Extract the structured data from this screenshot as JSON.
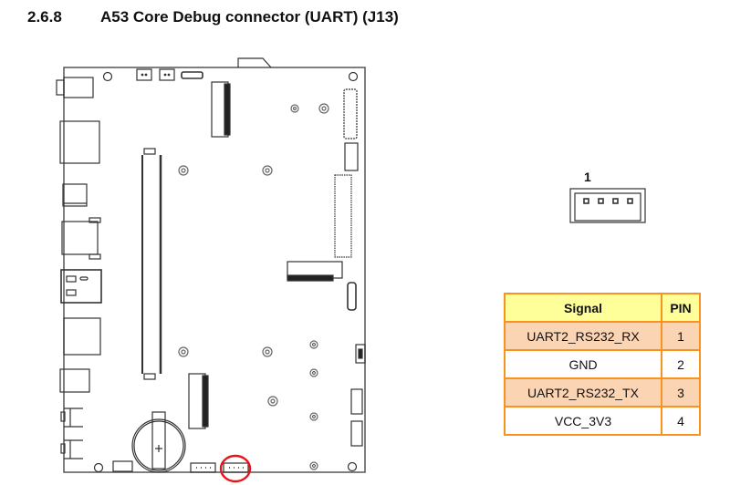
{
  "section": {
    "number": "2.6.8",
    "title": "A53 Core Debug connector (UART) (J13)"
  },
  "connector_diagram": {
    "pin1_label": "1",
    "pin_count": 4
  },
  "board_diagram": {
    "highlighted_component": "J13",
    "highlight_color": "#e8141b"
  },
  "pin_table": {
    "headers": [
      "Signal",
      "PIN"
    ],
    "rows": [
      {
        "signal": "UART2_RS232_RX",
        "pin": "1"
      },
      {
        "signal": "GND",
        "pin": "2"
      },
      {
        "signal": "UART2_RS232_TX",
        "pin": "3"
      },
      {
        "signal": "VCC_3V3",
        "pin": "4"
      }
    ],
    "colors": {
      "border": "#f7931e",
      "header_bg": "#ffff99",
      "odd_row_bg": "#fbd4b4",
      "even_row_bg": "#ffffff"
    }
  }
}
